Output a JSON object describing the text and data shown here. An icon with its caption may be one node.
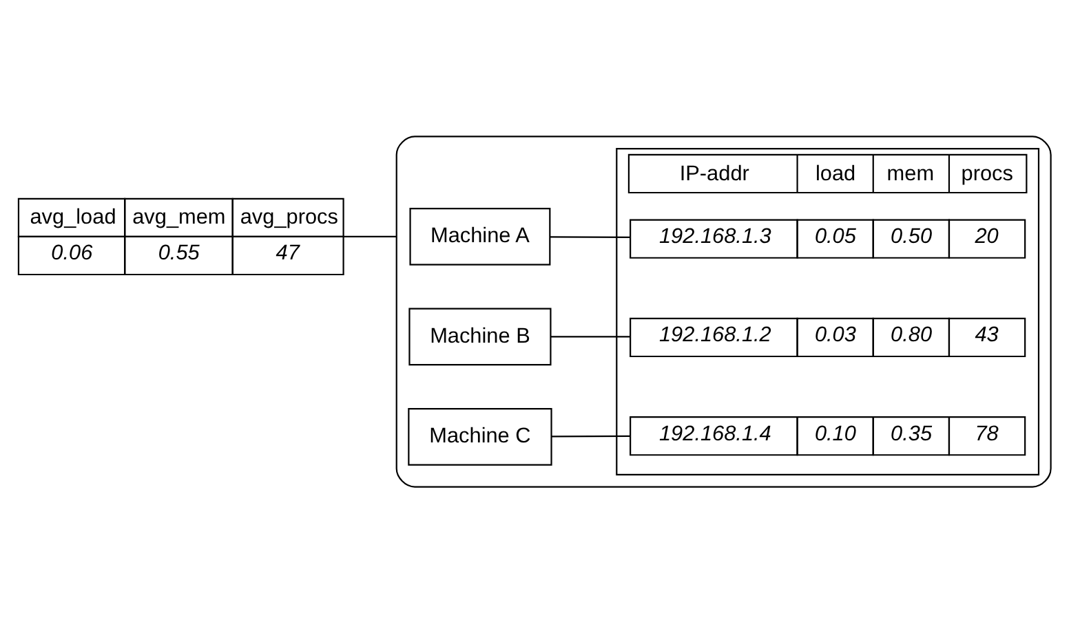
{
  "diagram": {
    "nodes": [
      {
        "text": [
          "avg_load",
          "avg_mem",
          "avg_procs",
          "0.06",
          "0.55",
          "47"
        ]
      },
      {
        "text": [],
        "shape": "ellipse"
      },
      {
        "text": [
          "Machine A"
        ],
        "in": 1
      },
      {
        "text": [
          "Machine B"
        ],
        "in": 1
      },
      {
        "text": [
          "Machine C"
        ],
        "in": 1
      },
      {
        "text": [
          "IP-addr",
          "load",
          "mem",
          "procs"
        ],
        "in": 1
      },
      {
        "text": [
          "192.168.1.2",
          "0.03",
          "0.80",
          "43"
        ],
        "in": 5
      },
      {
        "text": [
          "192.168.1.3",
          "0.05",
          "0.50",
          "20"
        ],
        "in": 5
      },
      {
        "text": [
          "192.168.1.4",
          "0.10",
          "0.35",
          "78"
        ],
        "in": 5
      }
    ],
    "edges": [
      {
        "from": 0,
        "to": 1,
        "arrow": "none"
      },
      {
        "from": 2,
        "to": 7,
        "arrow": "none"
      },
      {
        "from": 3,
        "to": 6,
        "arrow": "none"
      },
      {
        "from": 4,
        "to": 8,
        "arrow": "none"
      }
    ]
  }
}
